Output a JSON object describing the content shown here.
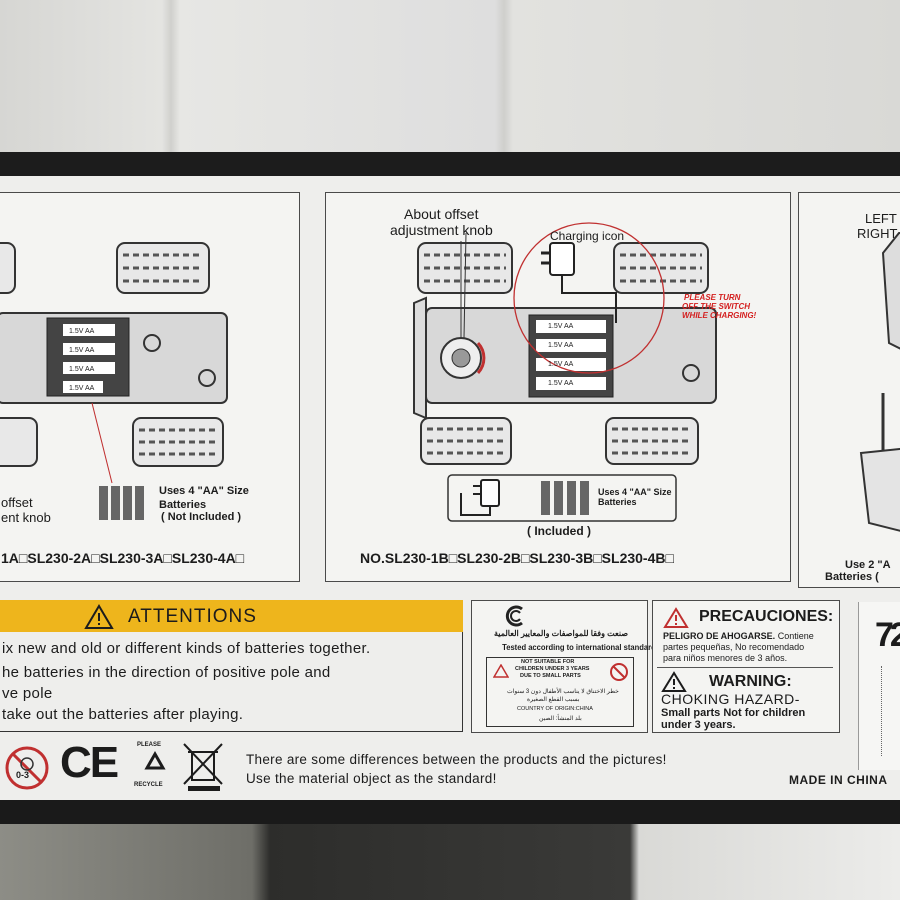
{
  "panel_left": {
    "offset_label_line1": "offset",
    "offset_label_line2": "ent knob",
    "battery_text_line1": "Uses 4 \"AA\" Size",
    "battery_text_line2": "Batteries",
    "battery_text_line3": "( Not Included )",
    "cell_labels": [
      "1.5V AA",
      "1.5V AA",
      "1.5V AA",
      "1.5V AA"
    ],
    "model_line": "1A□SL230-2A□SL230-3A□SL230-4A□"
  },
  "panel_center": {
    "about_line1": "About offset",
    "about_line2": "adjustment knob",
    "charging_icon_label": "Charging icon",
    "please_turn_line1": "PLEASE TURN",
    "please_turn_line2": "OFF THE SWITCH",
    "please_turn_line3": "WHILE CHARGING!",
    "cell_labels": [
      "1.5V AA",
      "1.5V AA",
      "1.5V AA",
      "1.5V AA"
    ],
    "battery_text_line1": "Uses 4 \"AA\" Size",
    "battery_text_line2": "Batteries",
    "included": "( Included )",
    "model_line": "NO.SL230-1B□SL230-2B□SL230-3B□SL230-4B□"
  },
  "panel_right": {
    "left_label": "LEFT",
    "right_label": "RIGHT",
    "use2_line1": "Use 2 \"A",
    "use2_line2": "Batteries ("
  },
  "attentions": {
    "title": "ATTENTIONS",
    "lines": [
      "ix new and old or different kinds of batteries together.",
      "he batteries in the direction of positive pole and",
      "ve pole",
      "take out the batteries after playing."
    ]
  },
  "standards_box": {
    "arabic_line": "صنعت وفقا للمواصفات والمعايير العالمية",
    "tested_line": "Tested according to international standards",
    "warn_line1": "NOT SUITABLE FOR",
    "warn_line2": "CHILDREN UNDER 3 YEARS",
    "warn_line3": "DUE TO SMALL PARTS",
    "arabic_warn_1": "خطر الاختناق لا يناسب الأطفال دون 3 سنوات",
    "arabic_warn_2": "بسبب القطع الصغيرة",
    "country_line": "COUNTRY OF ORIGIN:CHINA",
    "country_arabic": "بلد المنشأ: الصين"
  },
  "precauciones": {
    "title": "PRECAUCIONES:",
    "text_line1_bold": "PELIGRO DE AHOGARSE.",
    "text_line1_rest": " Contiene",
    "text_line2": "partes pequeñas, No recomendado",
    "text_line3": "para niños menores de 3 años."
  },
  "warning": {
    "title": "WARNING:",
    "line1": "CHOKING HAZARD-",
    "line2": "Small parts Not for children",
    "line3": "under 3 years."
  },
  "icons": {
    "age_label": "0-3",
    "ce_mark": "CE",
    "recycle_top": "PLEASE",
    "recycle_bottom": "RECYCLE"
  },
  "disclaimer": {
    "line1": "There are some differences between the products and the pictures!",
    "line2": "Use the material object as the standard!"
  },
  "made_in": "MADE IN CHINA",
  "brand_fragment": "72",
  "colors": {
    "attention_yellow": "#eeb51c",
    "warning_red": "#d42020",
    "panel_bg": "#eeeeec"
  }
}
